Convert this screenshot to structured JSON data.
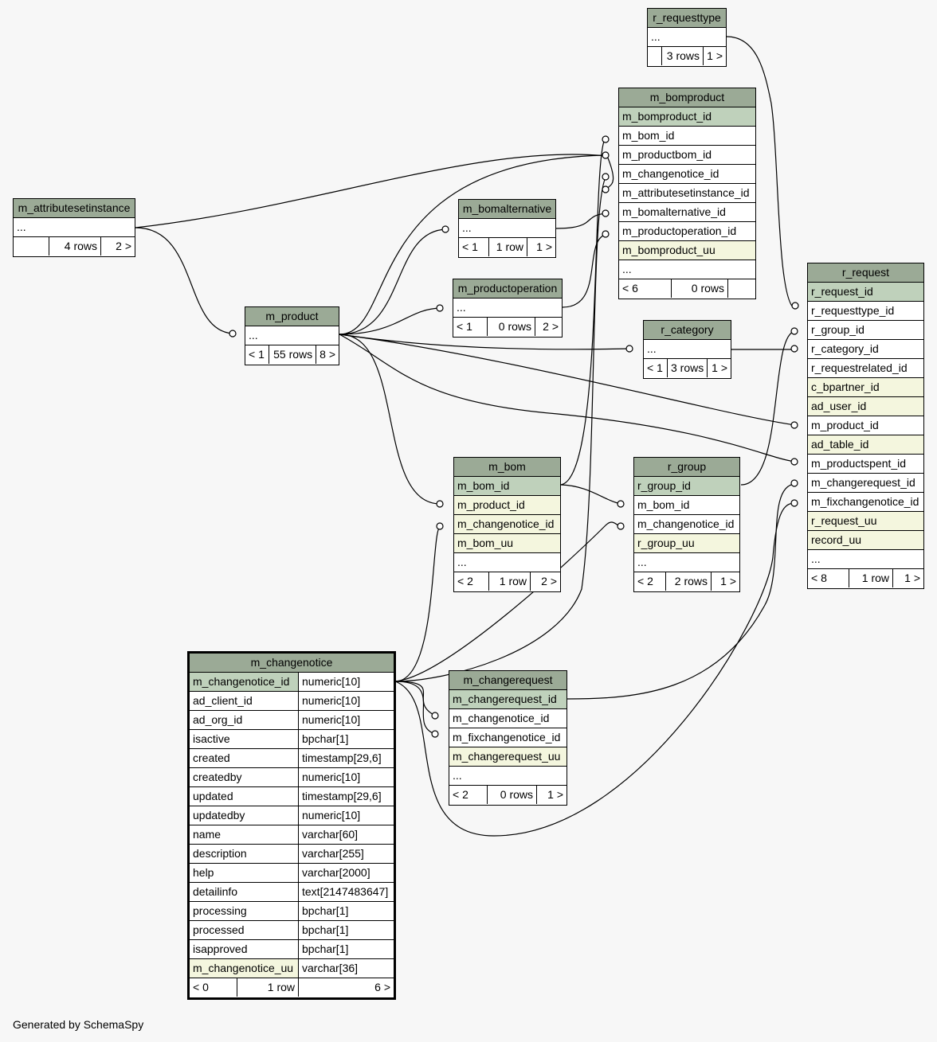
{
  "footer": "Generated by SchemaSpy",
  "tables": {
    "r_requesttype": {
      "name": "r_requesttype",
      "rows": [
        "..."
      ],
      "foot": [
        "",
        "3 rows",
        "1 >"
      ]
    },
    "m_bomproduct": {
      "name": "m_bomproduct",
      "rows": [
        "m_bomproduct_id",
        "m_bom_id",
        "m_productbom_id",
        "m_changenotice_id",
        "m_attributesetinstance_id",
        "m_bomalternative_id",
        "m_productoperation_id",
        "m_bomproduct_uu",
        "..."
      ],
      "foot": [
        "< 6",
        "0 rows",
        ""
      ]
    },
    "m_attributesetinstance": {
      "name": "m_attributesetinstance",
      "rows": [
        "..."
      ],
      "foot": [
        "",
        "4 rows",
        "2 >"
      ]
    },
    "m_bomalternative": {
      "name": "m_bomalternative",
      "rows": [
        "..."
      ],
      "foot": [
        "< 1",
        "1 row",
        "1 >"
      ]
    },
    "m_productoperation": {
      "name": "m_productoperation",
      "rows": [
        "..."
      ],
      "foot": [
        "< 1",
        "0 rows",
        "2 >"
      ]
    },
    "m_product": {
      "name": "m_product",
      "rows": [
        "..."
      ],
      "foot": [
        "< 1",
        "55 rows",
        "8 >"
      ]
    },
    "r_category": {
      "name": "r_category",
      "rows": [
        "..."
      ],
      "foot": [
        "< 1",
        "3 rows",
        "1 >"
      ]
    },
    "r_request": {
      "name": "r_request",
      "rows": [
        "r_request_id",
        "r_requesttype_id",
        "r_group_id",
        "r_category_id",
        "r_requestrelated_id",
        "c_bpartner_id",
        "ad_user_id",
        "m_product_id",
        "ad_table_id",
        "m_productspent_id",
        "m_changerequest_id",
        "m_fixchangenotice_id",
        "r_request_uu",
        "record_uu",
        "..."
      ],
      "foot": [
        "< 8",
        "1 row",
        "1 >"
      ]
    },
    "m_bom": {
      "name": "m_bom",
      "rows": [
        "m_bom_id",
        "m_product_id",
        "m_changenotice_id",
        "m_bom_uu",
        "..."
      ],
      "foot": [
        "< 2",
        "1 row",
        "2 >"
      ]
    },
    "r_group": {
      "name": "r_group",
      "rows": [
        "r_group_id",
        "m_bom_id",
        "m_changenotice_id",
        "r_group_uu",
        "..."
      ],
      "foot": [
        "< 2",
        "2 rows",
        "1 >"
      ]
    },
    "m_changerequest": {
      "name": "m_changerequest",
      "rows": [
        "m_changerequest_id",
        "m_changenotice_id",
        "m_fixchangenotice_id",
        "m_changerequest_uu",
        "..."
      ],
      "foot": [
        "< 2",
        "0 rows",
        "1 >"
      ]
    },
    "m_changenotice": {
      "name": "m_changenotice",
      "columns": [
        {
          "name": "m_changenotice_id",
          "type": "numeric[10]"
        },
        {
          "name": "ad_client_id",
          "type": "numeric[10]"
        },
        {
          "name": "ad_org_id",
          "type": "numeric[10]"
        },
        {
          "name": "isactive",
          "type": "bpchar[1]"
        },
        {
          "name": "created",
          "type": "timestamp[29,6]"
        },
        {
          "name": "createdby",
          "type": "numeric[10]"
        },
        {
          "name": "updated",
          "type": "timestamp[29,6]"
        },
        {
          "name": "updatedby",
          "type": "numeric[10]"
        },
        {
          "name": "name",
          "type": "varchar[60]"
        },
        {
          "name": "description",
          "type": "varchar[255]"
        },
        {
          "name": "help",
          "type": "varchar[2000]"
        },
        {
          "name": "detailinfo",
          "type": "text[2147483647]"
        },
        {
          "name": "processing",
          "type": "bpchar[1]"
        },
        {
          "name": "processed",
          "type": "bpchar[1]"
        },
        {
          "name": "isapproved",
          "type": "bpchar[1]"
        },
        {
          "name": "m_changenotice_uu",
          "type": "varchar[36]"
        }
      ],
      "foot": [
        "< 0",
        "1 row",
        "6 >"
      ]
    }
  }
}
